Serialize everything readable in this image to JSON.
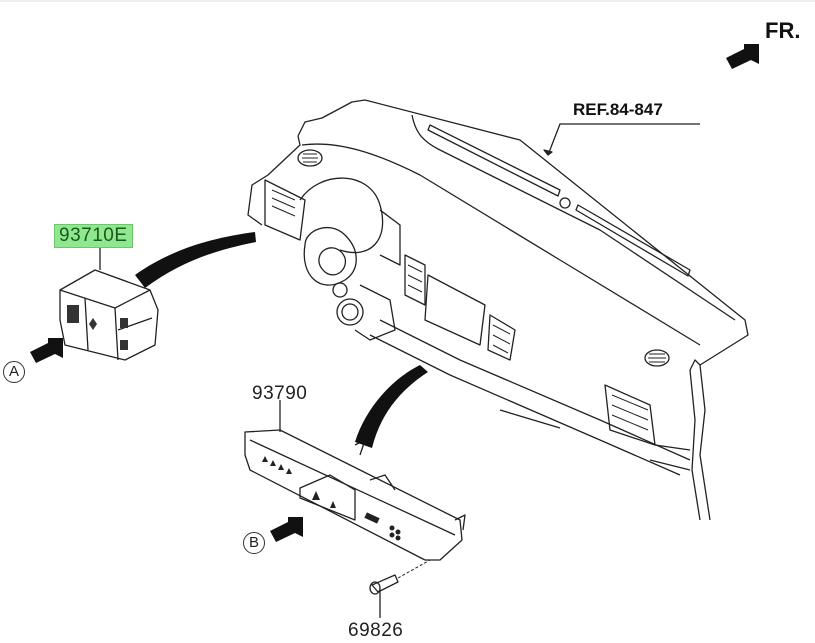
{
  "diagram": {
    "direction_label": "FR.",
    "reference_label": "REF.84-847",
    "parts": [
      {
        "part_number": "93710E",
        "highlighted": true,
        "highlight_color": "#8fe88f",
        "description": "switch-cluster-A"
      },
      {
        "part_number": "93790",
        "highlighted": false,
        "description": "switch-panel-B"
      },
      {
        "part_number": "69826",
        "highlighted": false,
        "description": "screw"
      }
    ],
    "view_markers": [
      "A",
      "B"
    ]
  }
}
